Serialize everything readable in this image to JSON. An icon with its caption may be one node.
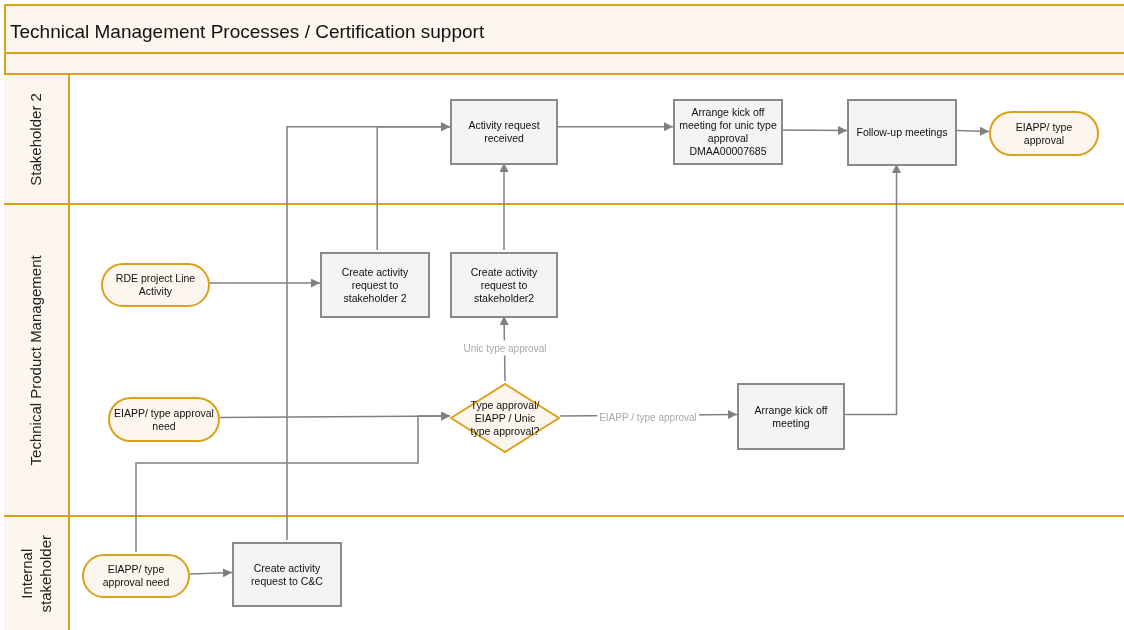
{
  "diagram": {
    "title": "Technical Management Processes / Certification support",
    "nodes": [
      {
        "text": [
          "Stakeholder 2"
        ]
      },
      {
        "text": [
          "Technical Product Management"
        ]
      },
      {
        "text": [
          "Internal stakeholder"
        ]
      },
      {
        "text": [
          "Activity request received"
        ],
        "in": 0
      },
      {
        "text": [
          "Arrange kick off meeting for unic type approval DMAA00007685"
        ],
        "in": 0
      },
      {
        "text": [
          "Follow-up meetings"
        ],
        "in": 0
      },
      {
        "text": [
          "EIAPP/ type approval"
        ],
        "in": 0
      },
      {
        "text": [
          "RDE project Line Activity"
        ],
        "in": 1
      },
      {
        "text": [
          "Create activity request to stakeholder 2"
        ],
        "in": 1
      },
      {
        "text": [
          "Create activity request to stakeholder2"
        ],
        "in": 1
      },
      {
        "text": [
          "EIAPP/ type approval need"
        ],
        "in": 1
      },
      {
        "text": [
          "Type approval/ EIAPP / Unic type approval?"
        ],
        "in": 1
      },
      {
        "text": [
          "Arrange kick off meeting"
        ],
        "in": 1
      },
      {
        "text": [
          "EIAPP/ type approval need"
        ],
        "in": 2
      },
      {
        "text": [
          "Create activity request to C&C"
        ],
        "in": 2
      }
    ],
    "edges": [
      {
        "from": 7,
        "to": 8,
        "arrow": "to"
      },
      {
        "from": 8,
        "to": 3,
        "arrow": "to"
      },
      {
        "from": 9,
        "to": 3,
        "arrow": "to"
      },
      {
        "from": 10,
        "to": 11,
        "arrow": "to"
      },
      {
        "from": 13,
        "to": 11,
        "arrow": "to"
      },
      {
        "from": 13,
        "to": 14,
        "arrow": "to"
      },
      {
        "from": 14,
        "to": 3,
        "arrow": "to"
      },
      {
        "from": 11,
        "to": 9,
        "arrow": "to",
        "label": "Unic type approval"
      },
      {
        "from": 11,
        "to": 12,
        "arrow": "to",
        "label": "EIAPP / type approval"
      },
      {
        "from": 3,
        "to": 4,
        "arrow": "to"
      },
      {
        "from": 4,
        "to": 5,
        "arrow": "to"
      },
      {
        "from": 12,
        "to": 5,
        "arrow": "to"
      },
      {
        "from": 5,
        "to": 6,
        "arrow": "to"
      }
    ]
  }
}
